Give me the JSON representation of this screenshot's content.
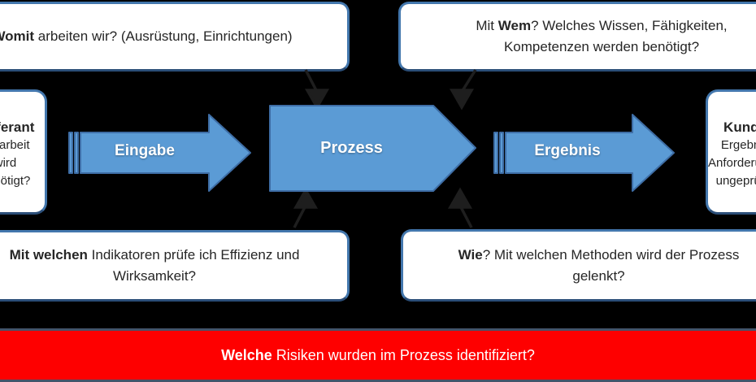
{
  "colors": {
    "background": "#000000",
    "accent_blue": "#5B9BD5",
    "arrow_border": "#3E6DA5",
    "box_border": "#4377AD",
    "banner_red": "#FE0000",
    "banner_border": "#44546A"
  },
  "boxes": {
    "top_left": {
      "bold": "Womit",
      "rest": " arbeiten wir? (Ausrüstung, Einrichtungen)"
    },
    "top_right": {
      "pre": "Mit ",
      "bold": "Wem",
      "rest": "? Welches Wissen, Fähigkeiten,",
      "line2": "Kompetenzen werden benötigt?"
    },
    "supplier": {
      "title": "Lieferant",
      "line1": "Vorarbeit",
      "line2": "wird",
      "line3": "benötigt?"
    },
    "customer": {
      "title": "Kunde",
      "line1": "Ergebnis",
      "line2": "Anforderungen",
      "line3": "ungeprüft?"
    },
    "bottom_left": {
      "bold": "Mit welchen",
      "rest": " Indikatoren prüfe ich Effizienz und",
      "line2": "Wirksamkeit?"
    },
    "bottom_right": {
      "bold": "Wie",
      "rest": "? Mit welchen Methoden wird der Prozess",
      "line2": "gelenkt?"
    }
  },
  "arrows": {
    "input": "Eingabe",
    "process": "Prozess",
    "output": "Ergebnis"
  },
  "banner": {
    "bold": "Welche",
    "rest": " Risiken wurden im Prozess identifiziert?"
  }
}
